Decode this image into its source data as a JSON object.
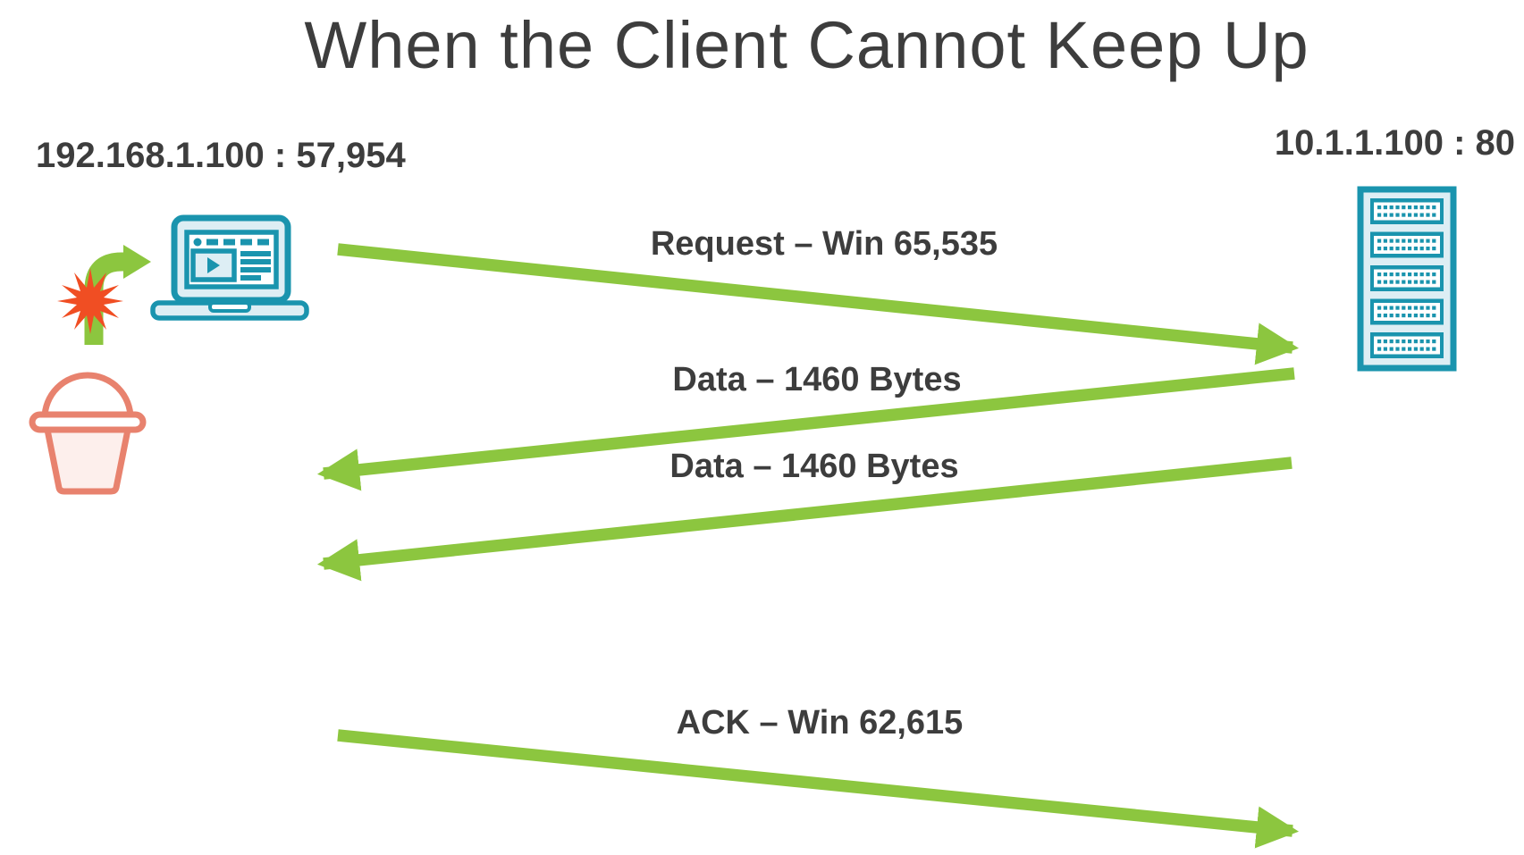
{
  "title": "When the Client Cannot Keep Up",
  "client": {
    "address": "192.168.1.100 : 57,954",
    "icons": [
      "video-laptop-icon",
      "crash-arrow-icon",
      "burst-icon",
      "bucket-icon"
    ]
  },
  "server": {
    "address": "10.1.1.100 : 80",
    "icon": "server-rack-icon"
  },
  "messages": [
    {
      "label": "Request – Win 65,535",
      "from": "client",
      "to": "server"
    },
    {
      "label": "Data – 1460 Bytes",
      "from": "server",
      "to": "client"
    },
    {
      "label": "Data – 1460 Bytes",
      "from": "server",
      "to": "client"
    },
    {
      "label": "ACK – Win 62,615",
      "from": "client",
      "to": "server"
    }
  ],
  "colors": {
    "arrow_green": "#8cc63f",
    "device_teal": "#1a94ae",
    "device_fill": "#ddeef4",
    "bucket_coral": "#e8826e",
    "bucket_fill": "#fdefec",
    "burst_red": "#f04e23",
    "text_dark": "#3d3d3d"
  }
}
